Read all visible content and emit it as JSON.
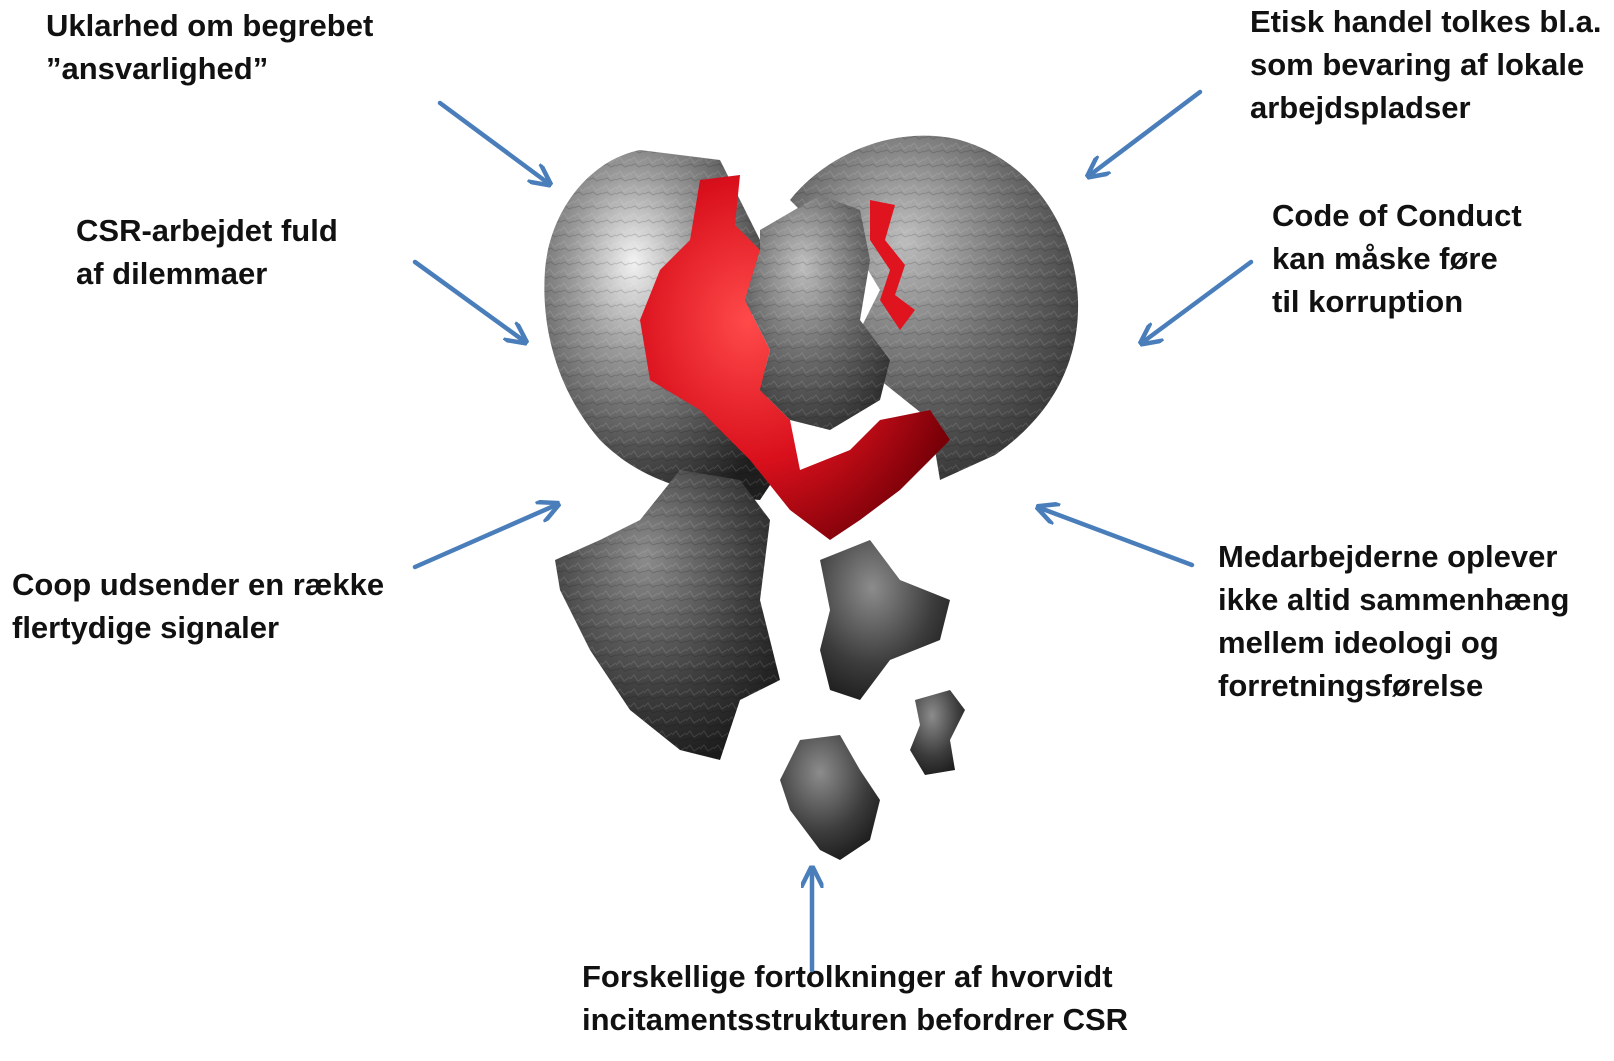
{
  "labels": {
    "top_left": "Uklarhed om begrebet\n”ansvarlighed”",
    "top_right": "Etisk handel tolkes bl.a.\nsom bevaring af lokale\narbejdspladser",
    "mid_left": "CSR-arbejdet fuld\naf dilemmaer",
    "mid_right": "Code of Conduct\nkan måske føre\ntil korruption",
    "low_left": "Coop udsender en række\nflertydige signaler",
    "low_right": "Medarbejderne oplever\nikke altid sammenhæng\nmellem ideologi og\nforretningsførelse",
    "bottom": "Forskellige fortolkninger af hvorvidt\nincitamentsstrukturen befordrer CSR"
  },
  "icons": {
    "center": "broken-heart-icon",
    "pointers": "arrow-icon"
  },
  "colors": {
    "arrow": "#4a7ebb",
    "heart_inner": "#d9101c",
    "heart_shell": "#5a5a5a",
    "text": "#111111"
  }
}
